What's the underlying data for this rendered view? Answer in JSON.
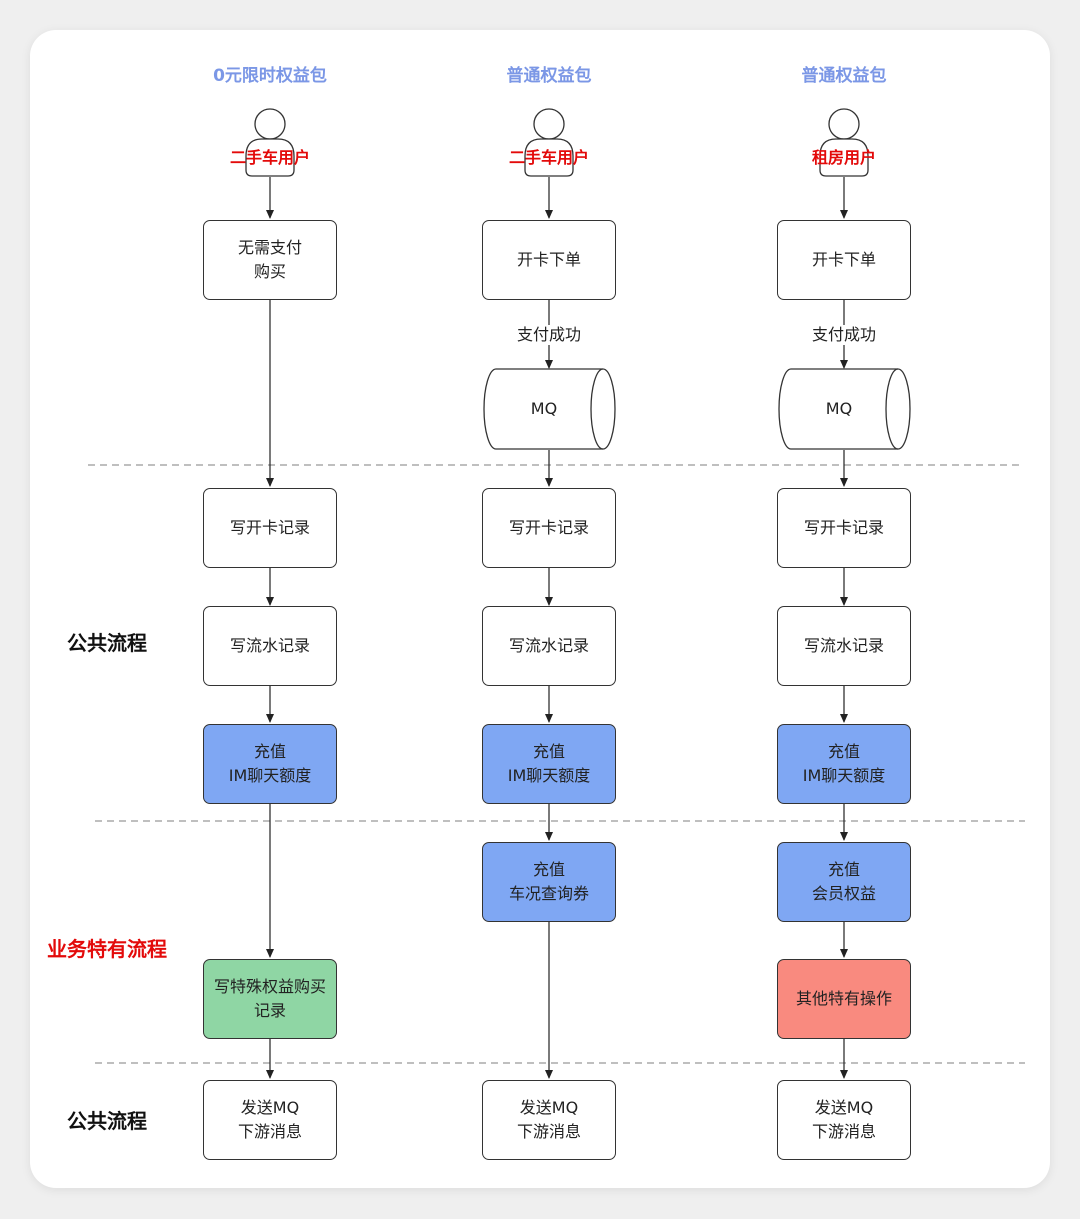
{
  "lanes": [
    {
      "title": "0元限时权益包",
      "user": "二手车用户",
      "first_step": "无需支付\n购买",
      "write_card": "写开卡记录",
      "write_flow": "写流水记录",
      "recharge_im": "充值\nIM聊天额度",
      "special": "写特殊权益购买\n记录",
      "send_mq": "发送MQ\n下游消息"
    },
    {
      "title": "普通权益包",
      "user": "二手车用户",
      "first_step": "开卡下单",
      "pay_success": "支付成功",
      "mq": "MQ",
      "write_card": "写开卡记录",
      "write_flow": "写流水记录",
      "recharge_im": "充值\nIM聊天额度",
      "recharge_extra": "充值\n车况查询券",
      "send_mq": "发送MQ\n下游消息"
    },
    {
      "title": "普通权益包",
      "user": "租房用户",
      "first_step": "开卡下单",
      "pay_success": "支付成功",
      "mq": "MQ",
      "write_card": "写开卡记录",
      "write_flow": "写流水记录",
      "recharge_im": "充值\nIM聊天额度",
      "recharge_extra": "充值\n会员权益",
      "special": "其他特有操作",
      "send_mq": "发送MQ\n下游消息"
    }
  ],
  "sections": {
    "common_1": "公共流程",
    "business": "业务特有流程",
    "common_2": "公共流程"
  },
  "colors": {
    "lane_title": "#7b97e6",
    "user_label": "#e30a0a",
    "blue_box": "#7fa7f3",
    "green_box": "#8fd6a4",
    "red_box": "#f98a7f"
  }
}
